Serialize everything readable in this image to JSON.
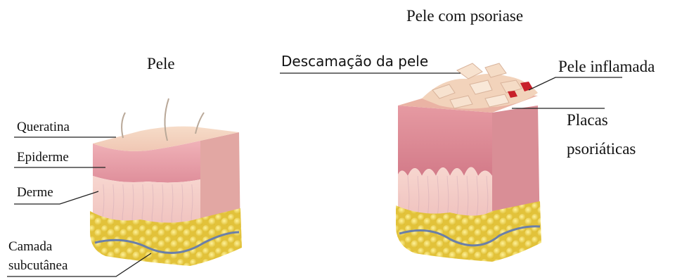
{
  "titles": {
    "normal": "Pele",
    "psoriasis": "Pele com psoriase"
  },
  "labels": {
    "keratin": "Queratina",
    "epidermis": "Epiderme",
    "dermis": "Derme",
    "subcutaneous_line1": "Camada",
    "subcutaneous_line2": "subcutânea",
    "scaling": "Descamação da pele",
    "inflamed": "Pele inflamada",
    "plaques_line1": "Placas",
    "plaques_line2": "psoriáticas"
  },
  "colors": {
    "epidermis": "#e9a3ad",
    "dermis": "#f3c6c0",
    "fat": "#e9c83a",
    "scale": "#f2d3bb",
    "inflamed": "#c8202a",
    "vessel": "#6b7fa8"
  }
}
